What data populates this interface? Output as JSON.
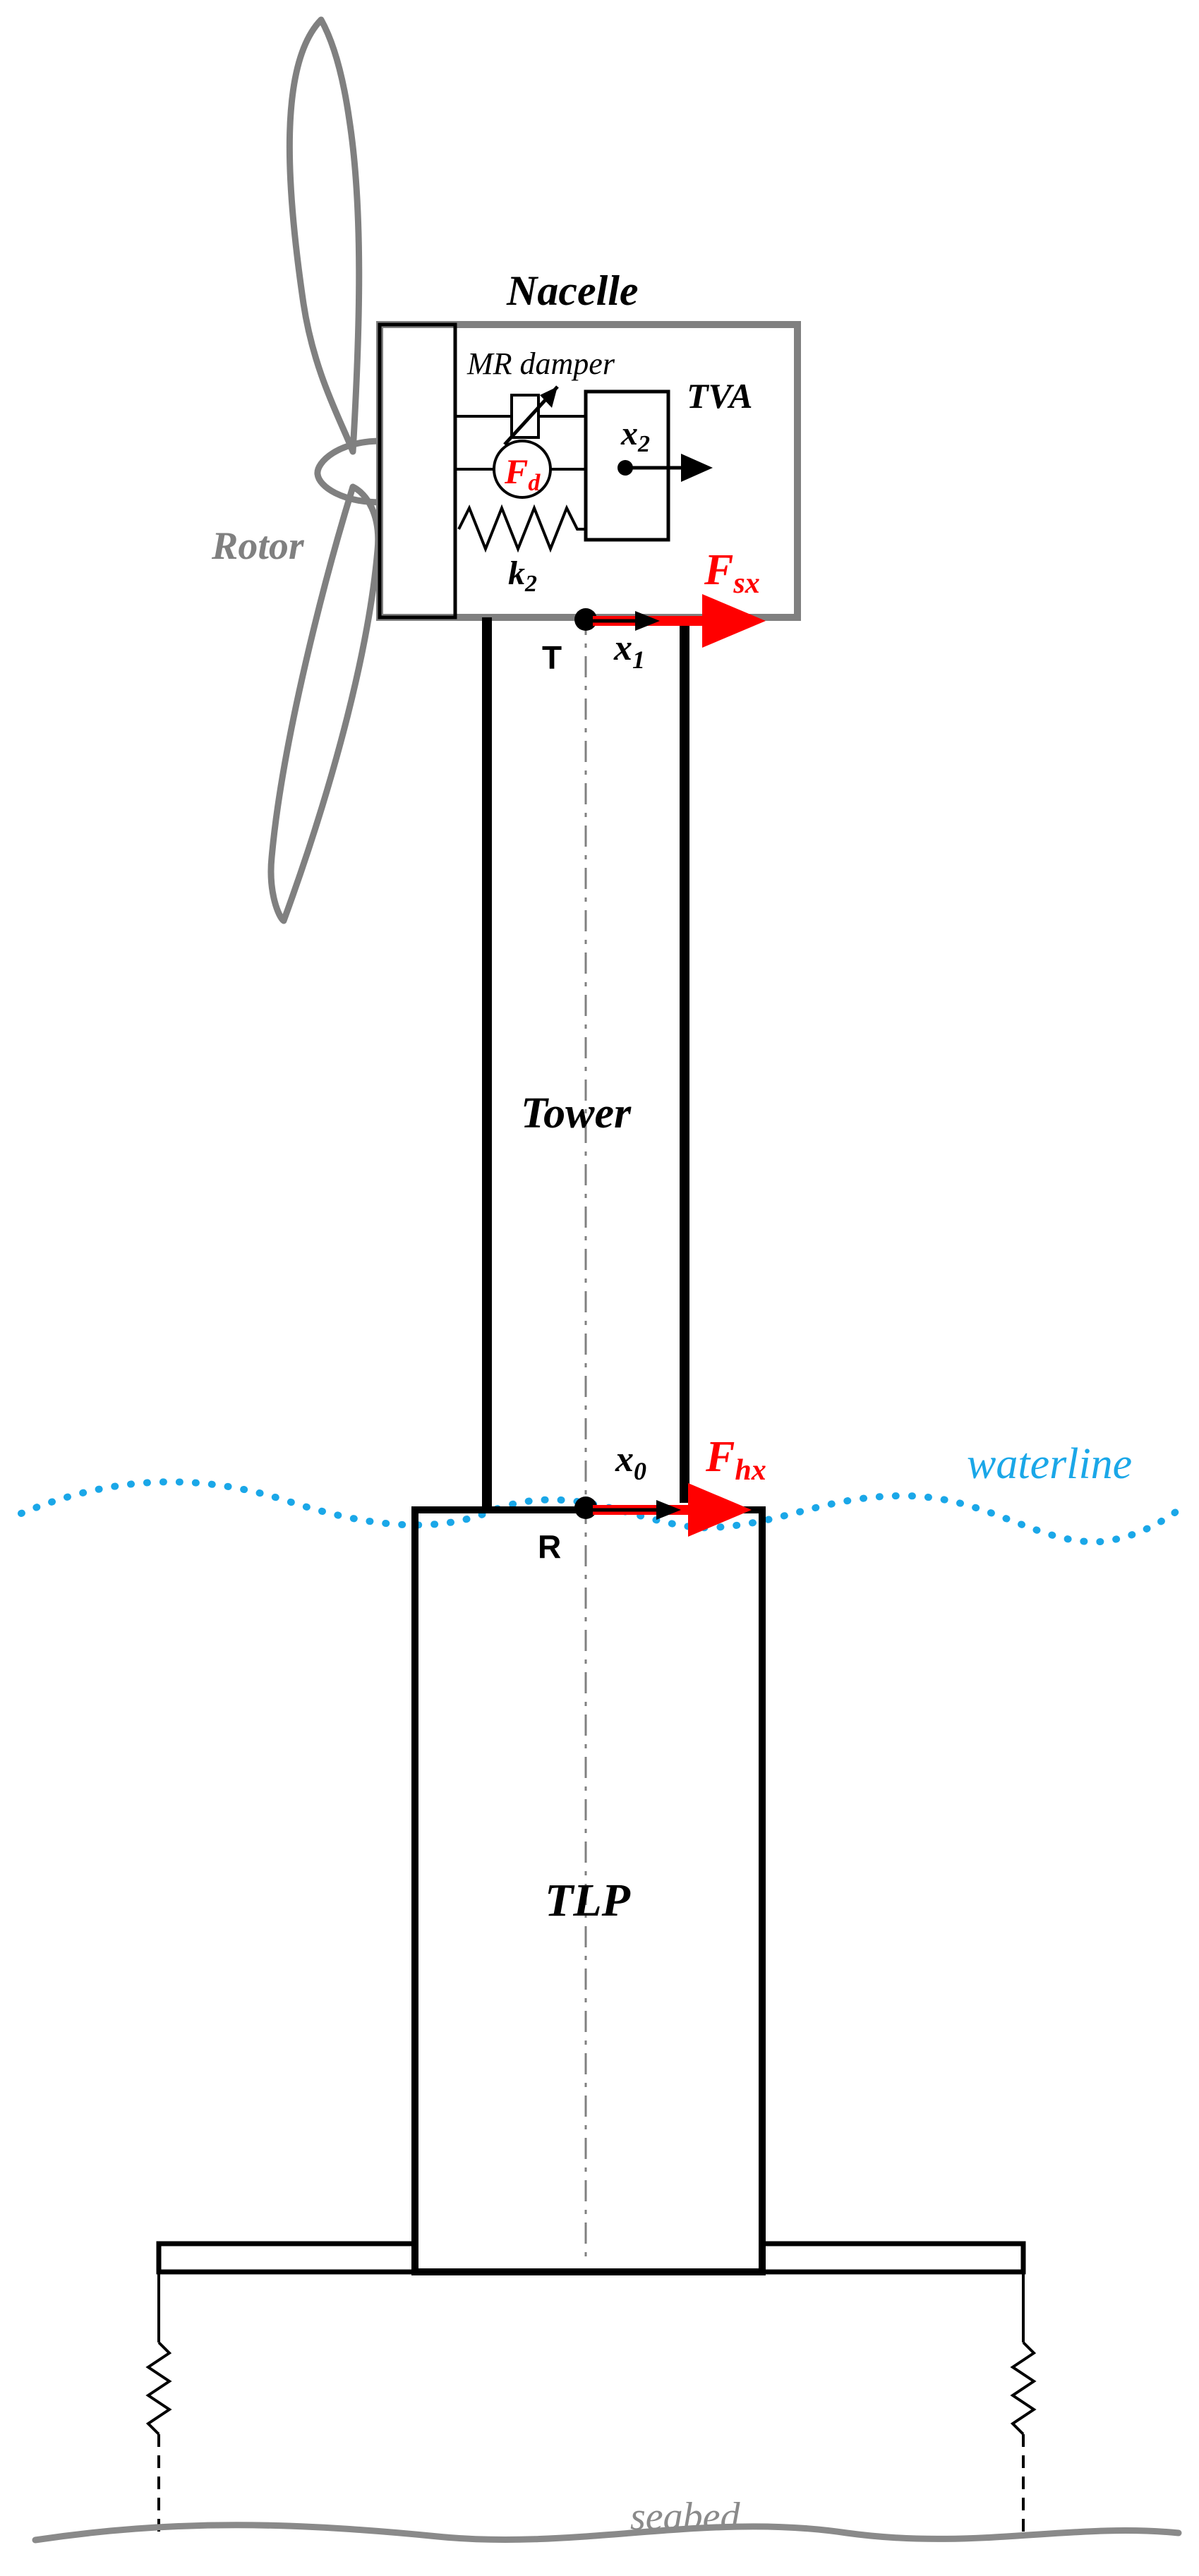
{
  "labels": {
    "nacelle": "Nacelle",
    "mr_damper": "MR damper",
    "tva": "TVA",
    "x2": "x",
    "x2_sub": "2",
    "fd": "F",
    "fd_sub": "d",
    "k2": "k",
    "k2_sub": "2",
    "rotor": "Rotor",
    "fsx": "F",
    "fsx_sub": "sx",
    "point_t": "T",
    "x1": "x",
    "x1_sub": "1",
    "tower": "Tower",
    "x0": "x",
    "x0_sub": "0",
    "fhx": "F",
    "fhx_sub": "hx",
    "waterline": "waterline",
    "point_r": "R",
    "tlp": "TLP",
    "seabed": "seabed"
  },
  "colors": {
    "structure": "#000000",
    "rotor_gray": "#808080",
    "force_red": "#ff0000",
    "water_blue": "#1aa7e8",
    "seabed_gray": "#8a8a8a"
  }
}
